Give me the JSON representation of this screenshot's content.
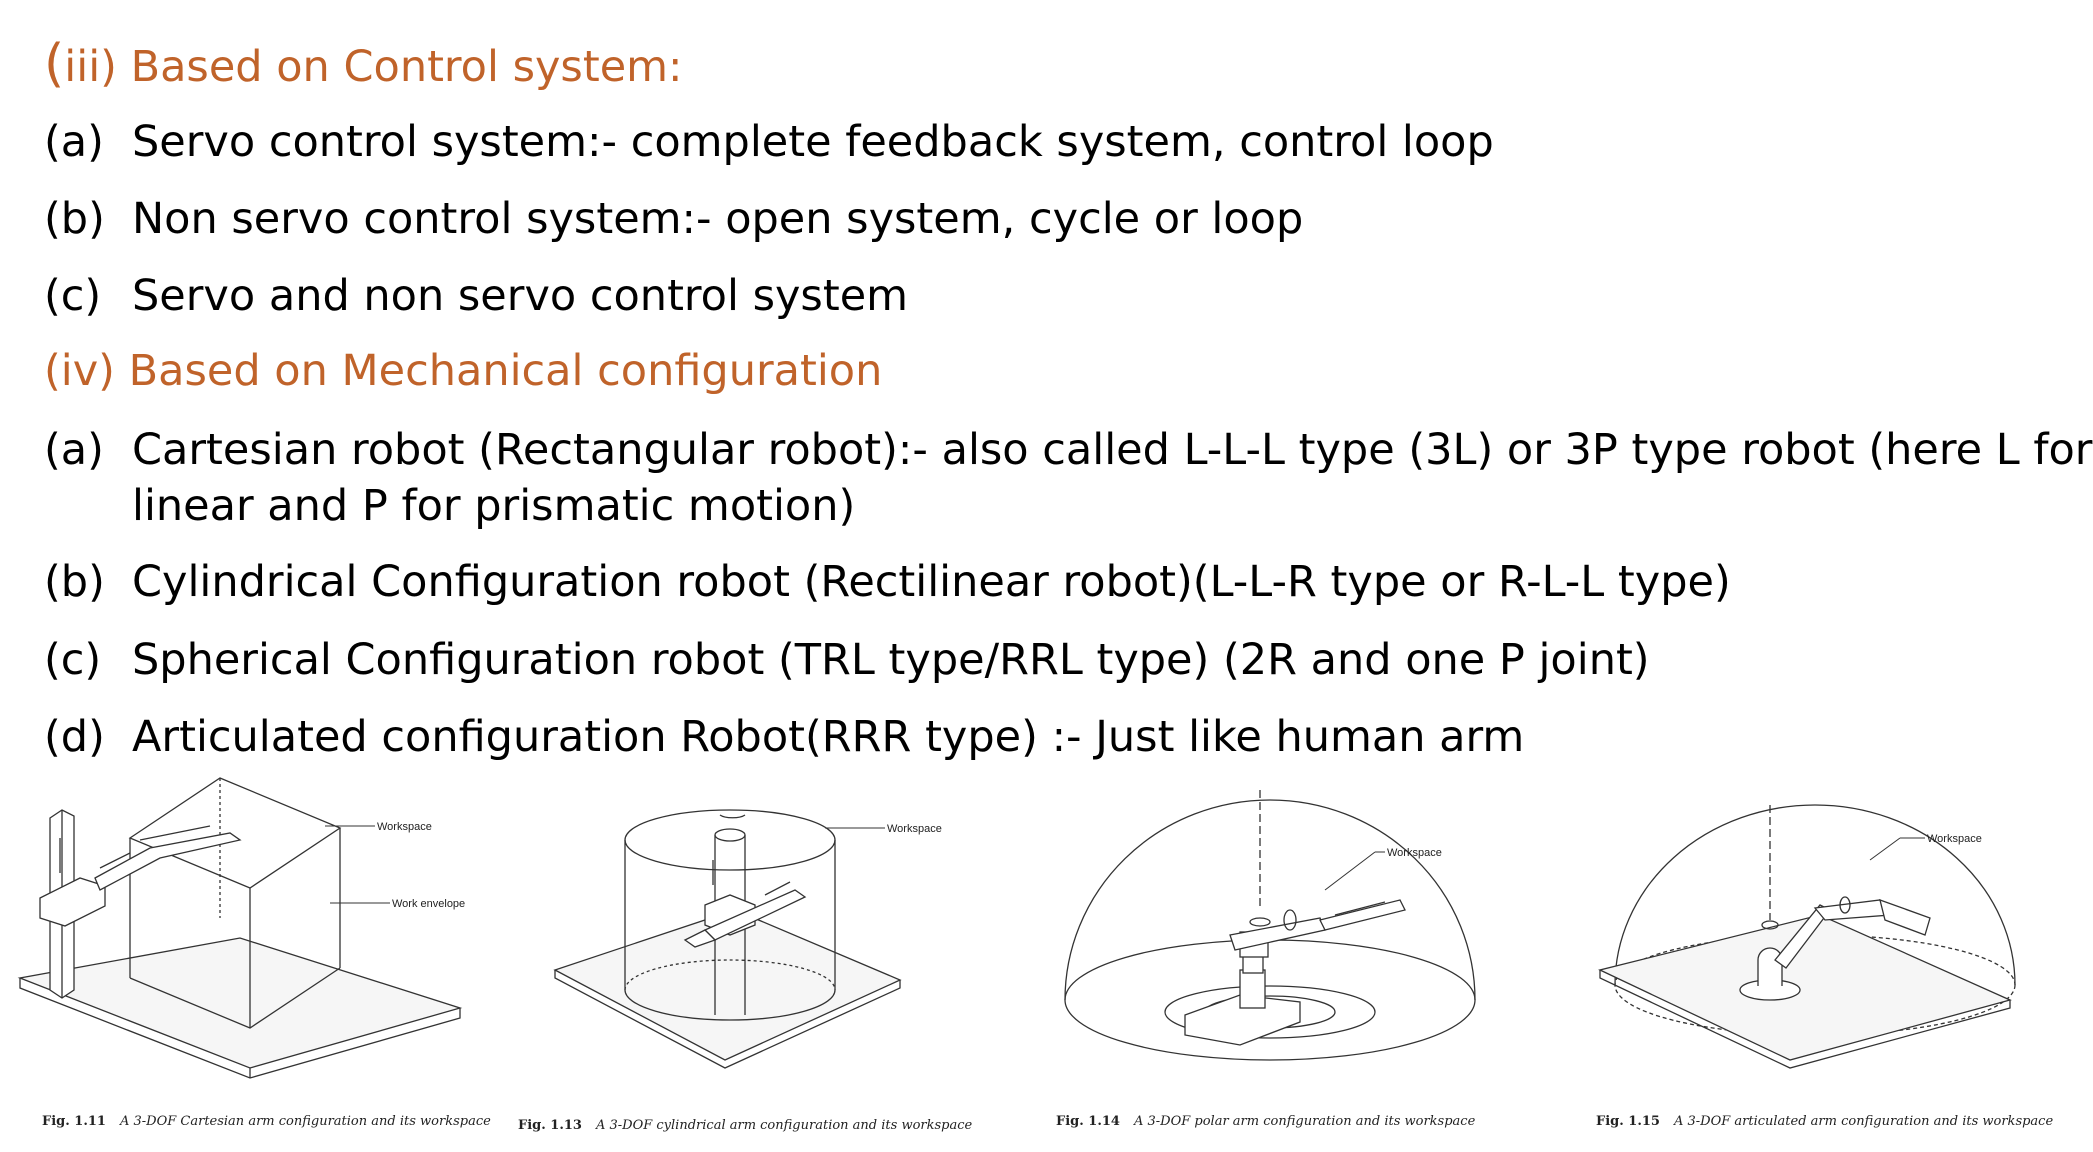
{
  "section_iii": {
    "paren": "(",
    "title": "iii) Based on Control system:",
    "items": [
      {
        "label": "(a)",
        "text": "Servo control system:- complete feedback system, control loop"
      },
      {
        "label": "(b)",
        "text": "Non servo control system:- open system, cycle or loop"
      },
      {
        "label": "(c)",
        "text": "Servo and non servo control system"
      }
    ]
  },
  "section_iv": {
    "title": "(iv) Based on Mechanical configuration",
    "items": [
      {
        "label": "(a)",
        "line1": "Cartesian robot (Rectangular robot):- also called L-L-L type (3L) or 3P type robot (here L for",
        "line2": "linear and P for prismatic motion)"
      },
      {
        "label": "(b)",
        "text": "Cylindrical Configuration robot (Rectilinear robot)(L-L-R type or R-L-L type)"
      },
      {
        "label": "(c)",
        "text": "Spherical Configuration robot  (TRL type/RRL type) (2R and one P joint)"
      },
      {
        "label": "(d)",
        "text": "Articulated configuration Robot(RRR type) :- Just like human arm"
      }
    ]
  },
  "figures": [
    {
      "callouts": [
        "Workspace",
        "Work envelope"
      ],
      "num": "Fig. 1.11",
      "caption": "A 3-DOF Cartesian arm configuration and its workspace"
    },
    {
      "callouts": [
        "Workspace"
      ],
      "num": "Fig. 1.13",
      "caption": "A 3-DOF cylindrical arm configuration and its workspace"
    },
    {
      "callouts": [
        "Workspace"
      ],
      "num": "Fig. 1.14",
      "caption": "A 3-DOF polar arm configuration and its workspace"
    },
    {
      "callouts": [
        "Workspace"
      ],
      "num": "Fig. 1.15",
      "caption": "A 3-DOF articulated arm configuration and its workspace"
    }
  ]
}
